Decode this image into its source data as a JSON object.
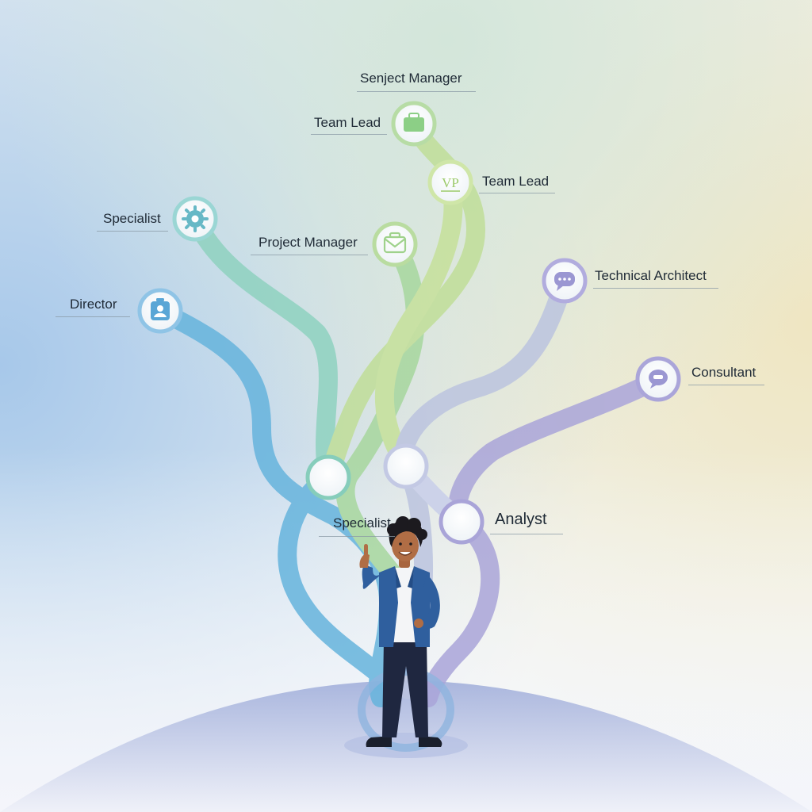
{
  "diagram": {
    "labels": {
      "senject_manager": "Senject Manager",
      "team_lead_top": "Team Lead",
      "team_lead_vp": "Team Lead",
      "specialist_top": "Specialist",
      "project_manager": "Project Manager",
      "director": "Director",
      "technical_architect": "Technical Architect",
      "consultant": "Consultant",
      "analyst": "Analyst",
      "specialist_mid": "Specialist"
    },
    "vp_badge_text": "VP",
    "icons": {
      "team_lead_top": "briefcase-icon",
      "team_lead_vp": "vp-badge-icon",
      "specialist_top": "gear-icon",
      "project_manager": "envelope-briefcase-icon",
      "director": "id-badge-icon",
      "technical_architect": "speech-bubble-icon",
      "consultant": "chat-icon"
    },
    "colors": {
      "blue_path": "#63b2dc",
      "teal_path": "#86cfbf",
      "green_path": "#b5dc8e",
      "lavender_path": "#b8c2de",
      "purple_path": "#a9a4d8",
      "hill": "#aab6dd",
      "jacket": "#2f5f9e",
      "pants": "#1f2740"
    }
  }
}
